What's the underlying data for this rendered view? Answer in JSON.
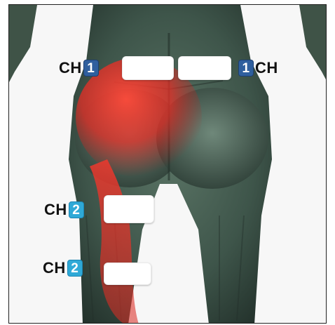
{
  "channels": [
    {
      "text": "CH",
      "number": "1"
    },
    {
      "text": "CH",
      "number": "1"
    },
    {
      "text": "CH",
      "number": "2"
    },
    {
      "text": "CH",
      "number": "2"
    }
  ],
  "colors": {
    "ch1_badge": "#2f5f9e",
    "ch2_badge": "#2fa9d7",
    "pain_highlight": "#ff3b30",
    "muscle_tone": "#3f5a4f",
    "electrode_pad": "#ffffff"
  }
}
